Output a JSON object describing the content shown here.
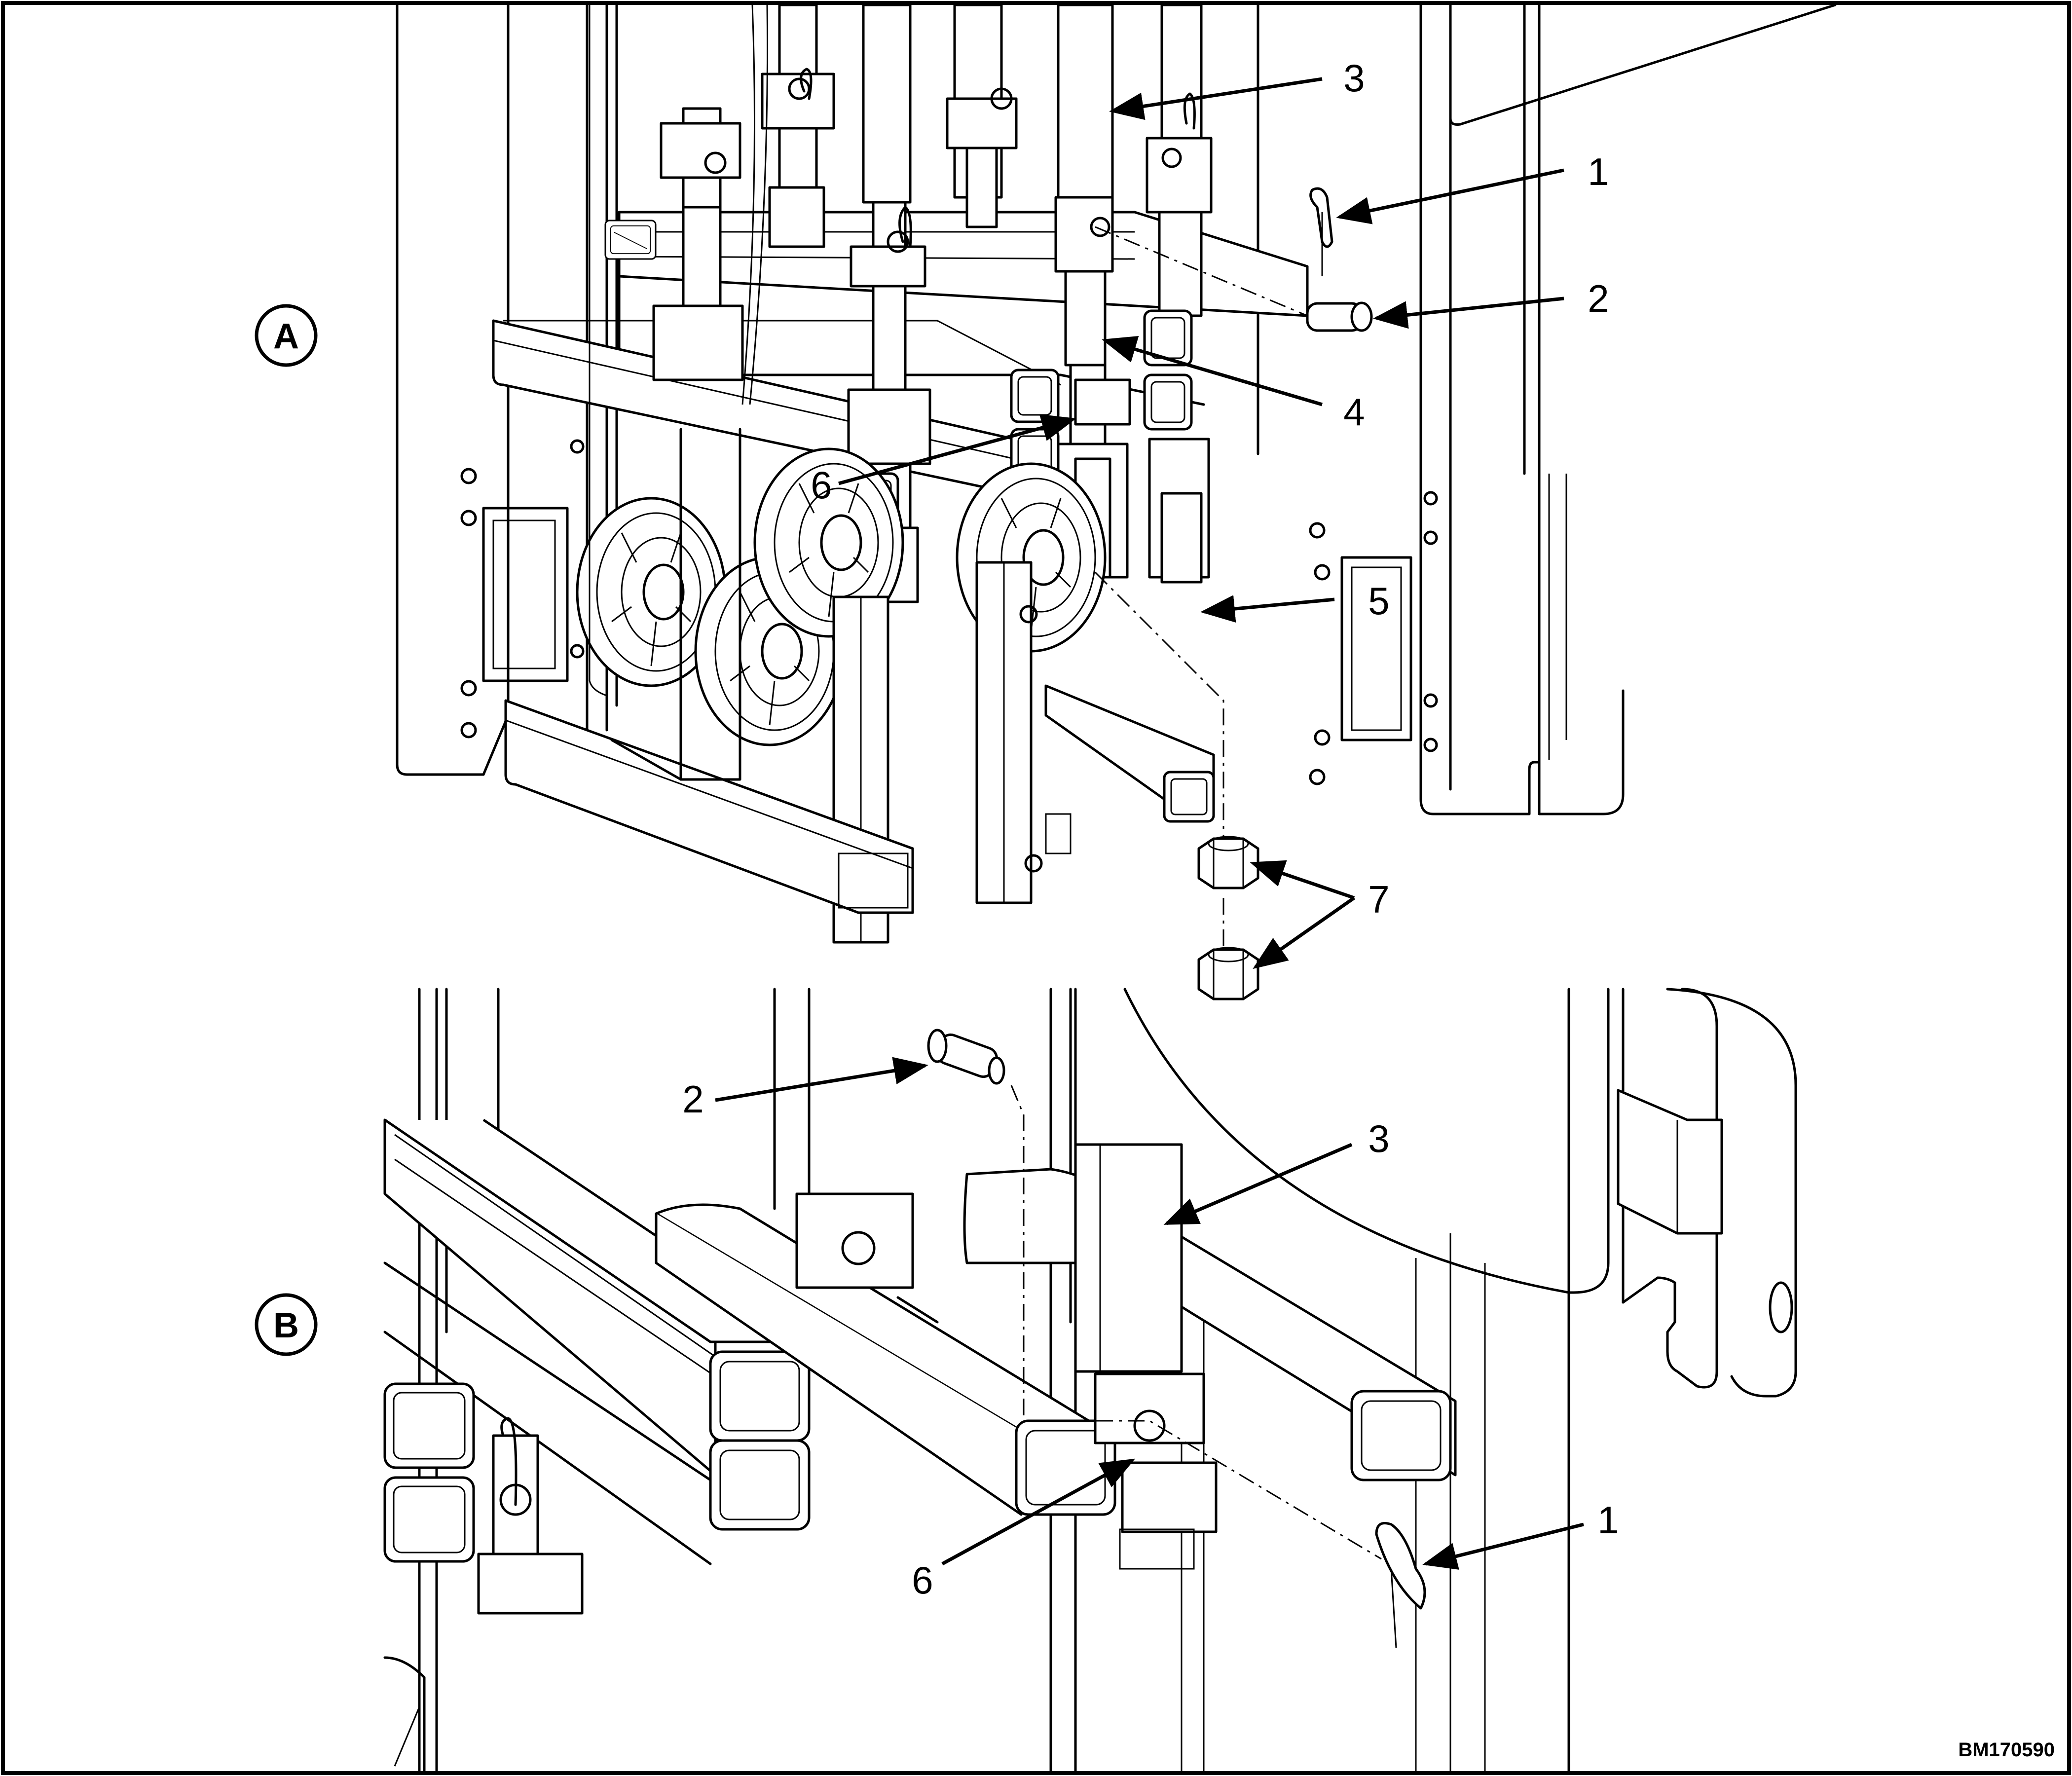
{
  "figure": {
    "reference": "BM170590",
    "views": [
      {
        "label": "A",
        "callouts": [
          "1",
          "2",
          "3",
          "4",
          "5",
          "6",
          "7"
        ]
      },
      {
        "label": "B",
        "callouts": [
          "1",
          "2",
          "3",
          "6"
        ]
      }
    ]
  }
}
